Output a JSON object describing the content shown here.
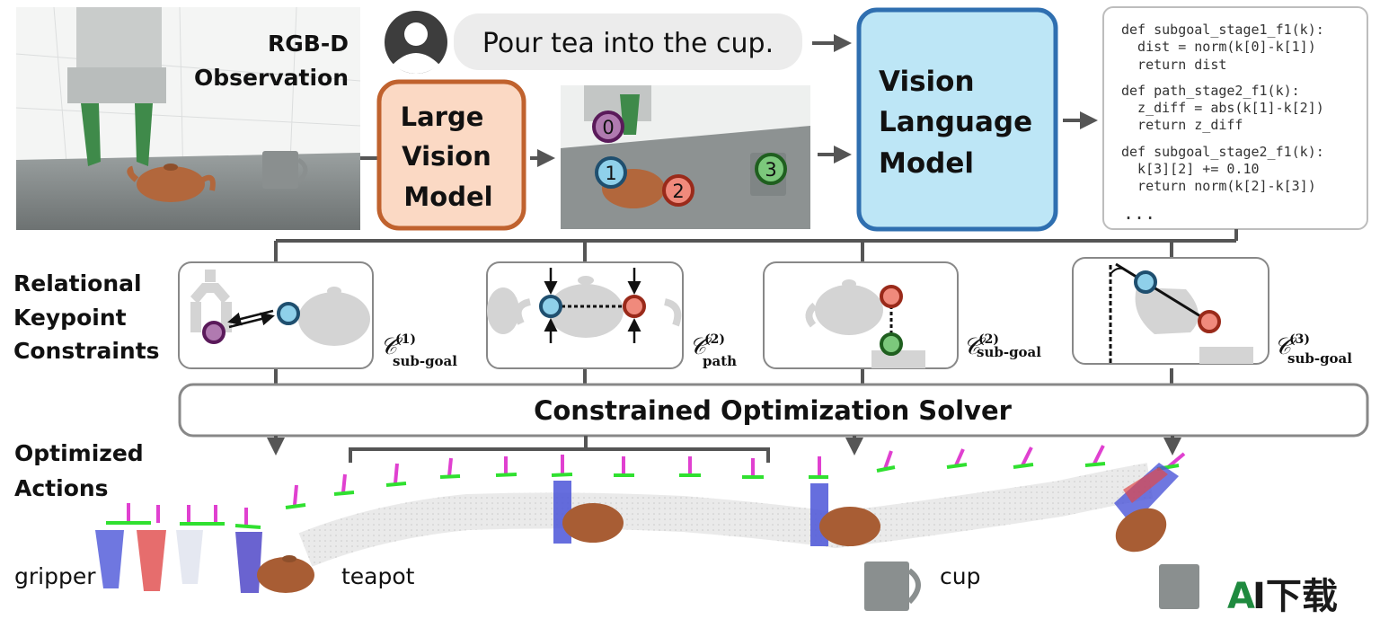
{
  "observation": {
    "title_line1": "RGB-D",
    "title_line2": "Observation"
  },
  "instruction": {
    "text": "Pour tea into the cup."
  },
  "large_vision_model": {
    "line1": "Large",
    "line2": "Vision",
    "line3": "Model"
  },
  "vision_language_model": {
    "line1": "Vision",
    "line2": "Language",
    "line3": "Model"
  },
  "keypoints": [
    "0",
    "1",
    "2",
    "3"
  ],
  "code": {
    "lines": [
      "def subgoal_stage1_f1(k):",
      "  dist = norm(k[0]-k[1])",
      "  return dist",
      "def path_stage2_f1(k):",
      "  z_diff = abs(k[1]-k[2])",
      "  return z_diff",
      "def subgoal_stage2_f1(k):",
      "  k[3][2] += 0.10",
      "  return norm(k[2]-k[3])",
      "..."
    ]
  },
  "constraints_title": {
    "line1": "Relational",
    "line2": "Keypoint",
    "line3": "Constraints"
  },
  "constraint_labels": [
    {
      "sup": "(1)",
      "sub": "sub-goal"
    },
    {
      "sup": "(2)",
      "sub": "path"
    },
    {
      "sup": "(2)",
      "sub": "sub-goal"
    },
    {
      "sup": "(3)",
      "sub": "sub-goal"
    }
  ],
  "constraint_symbol": "𝒞",
  "solver": {
    "label": "Constrained Optimization Solver"
  },
  "actions_title": {
    "line1": "Optimized",
    "line2": "Actions"
  },
  "object_labels": {
    "gripper": "gripper",
    "teapot": "teapot",
    "cup": "cup"
  },
  "watermark": {
    "prefix": "A",
    "rest": "I下载"
  },
  "colors": {
    "lvm_fill": "#fbd9c4",
    "lvm_stroke": "#c0622e",
    "vlm_fill": "#bde6f6",
    "vlm_stroke": "#2f6fb0",
    "kp_purple": "#b07ab0",
    "kp_purple_stroke": "#5a1a5a",
    "kp_blue": "#8fd0ea",
    "kp_blue_stroke": "#1f4f6f",
    "kp_red": "#f08a7c",
    "kp_red_stroke": "#9a2a1a",
    "kp_green": "#7cc87c",
    "kp_green_stroke": "#1f5f1f",
    "watermark_green": "#1f8a3f",
    "watermark_red": "#c0262c"
  }
}
